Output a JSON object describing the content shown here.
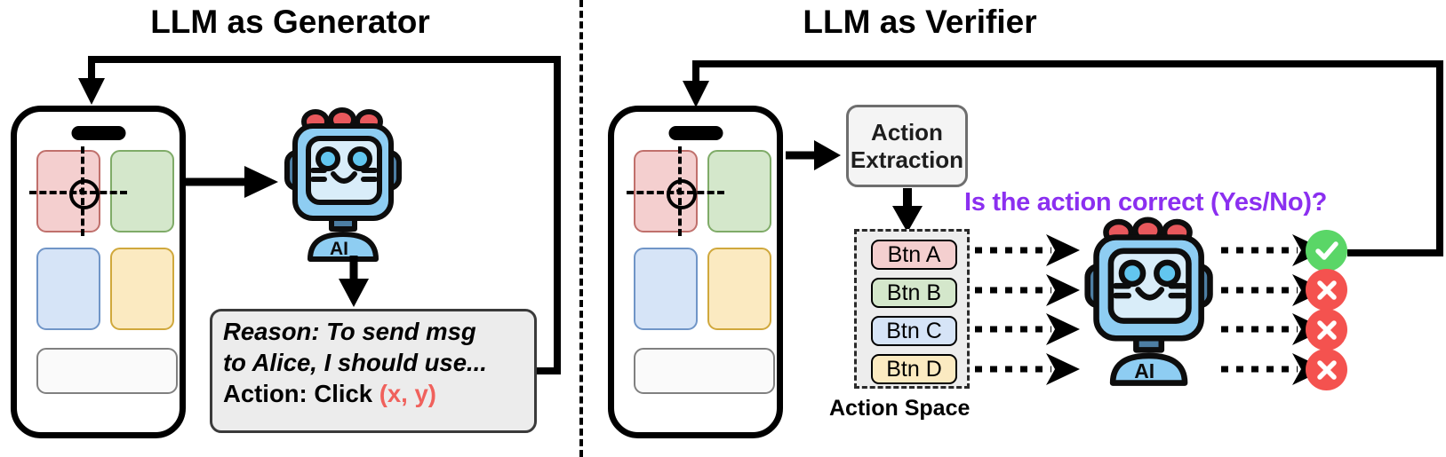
{
  "panels": {
    "left": {
      "title": "LLM as Generator",
      "reason_box": {
        "line1": "Reason: To send msg",
        "line2": "to Alice, I should use...",
        "action_prefix": "Action: Click ",
        "action_coord": "(x, y)"
      },
      "robot_label": "AI"
    },
    "right": {
      "title": "LLM as Verifier",
      "action_extraction": {
        "line1": "Action",
        "line2": "Extraction"
      },
      "action_space": {
        "label": "Action Space",
        "buttons": [
          {
            "label": "Btn A",
            "fill": "#f4cfcf",
            "stroke": "#c0706c"
          },
          {
            "label": "Btn B",
            "fill": "#d4e7cb",
            "stroke": "#7fab68"
          },
          {
            "label": "Btn C",
            "fill": "#d6e4f7",
            "stroke": "#7095c7"
          },
          {
            "label": "Btn D",
            "fill": "#fbeac1",
            "stroke": "#d0a83c"
          }
        ]
      },
      "question": "Is the action correct (Yes/No)?",
      "robot_label": "AI",
      "verdicts": [
        {
          "type": "check",
          "glyph": "✔",
          "color": "#5ad667"
        },
        {
          "type": "cross",
          "glyph": "✖",
          "color": "#f4524f"
        },
        {
          "type": "cross",
          "glyph": "✖",
          "color": "#f4524f"
        },
        {
          "type": "cross",
          "glyph": "✖",
          "color": "#f4524f"
        }
      ]
    }
  },
  "phone": {
    "tiles": [
      {
        "name": "red-tile",
        "fill": "#f4cfcf",
        "stroke": "#c0706c"
      },
      {
        "name": "green-tile",
        "fill": "#d4e7cb",
        "stroke": "#7fab68"
      },
      {
        "name": "blue-tile",
        "fill": "#d6e4f7",
        "stroke": "#7095c7"
      },
      {
        "name": "yellow-tile",
        "fill": "#fbeac1",
        "stroke": "#d0a83c"
      }
    ]
  },
  "colors": {
    "accent_purple": "#8b2ff0",
    "coord_red": "#f0615c",
    "ok_green": "#5ad667",
    "no_red": "#f4524f",
    "robot_body": "#8ecdf2",
    "robot_screen": "#d9edf9"
  }
}
